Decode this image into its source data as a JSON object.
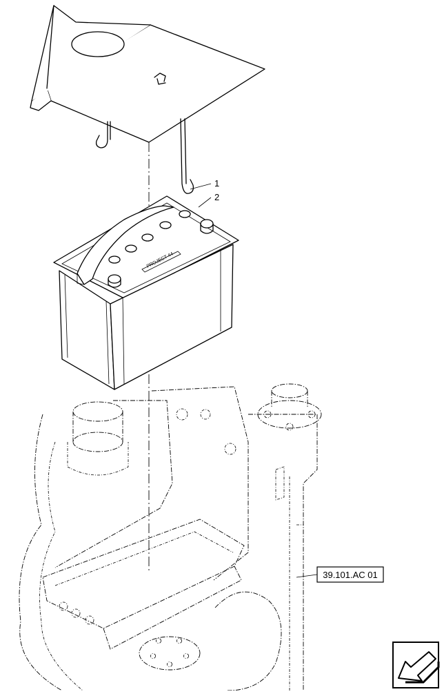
{
  "callouts": [
    {
      "number": "1"
    },
    {
      "number": "2"
    }
  ],
  "reference": {
    "label": "39.101.AC 01"
  },
  "battery": {
    "label_text": "PROJECT 44"
  },
  "nav_icon": {
    "name": "arrow-nav-icon"
  }
}
